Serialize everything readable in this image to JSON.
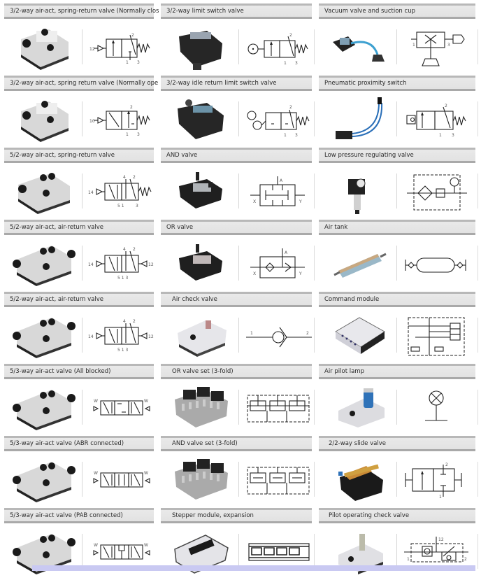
{
  "catalog": {
    "columns": [
      {
        "items": [
          {
            "title": "3/2-way air-act, spring-return valve (Normally clos",
            "photo": "valve-module-3-2",
            "symbol": "3-2-air-spring-nc"
          },
          {
            "title": "3/2-way air-act, spring return valve (Normally ope",
            "photo": "valve-module-3-2",
            "symbol": "3-2-air-spring-no"
          },
          {
            "title": "5/2-way air-act, spring-return valve",
            "photo": "valve-module-5-2",
            "symbol": "5-2-air-spring"
          },
          {
            "title": "5/2-way air-act, air-return valve",
            "photo": "valve-module-5-2-double",
            "symbol": "5-2-air-air"
          },
          {
            "title": "5/2-way air-act, air-return valve",
            "photo": "valve-module-5-2-double",
            "symbol": "5-2-air-air"
          },
          {
            "title": "5/3-way air-act valve (All blocked)",
            "photo": "valve-module-5-3",
            "symbol": "5-3-all-blocked"
          },
          {
            "title": "5/3-way air-act valve (ABR connected)",
            "photo": "valve-module-5-3",
            "symbol": "5-3-abr"
          },
          {
            "title": "5/3-way air-act valve (PAB connected)",
            "photo": "valve-module-5-3",
            "symbol": "5-3-pab"
          }
        ]
      },
      {
        "items": [
          {
            "title": "3/2-way limit switch valve",
            "photo": "limit-switch-valve",
            "symbol": "3-2-roller"
          },
          {
            "title": "3/2-way idle return limit switch valve",
            "photo": "idle-return-limit-switch",
            "symbol": "3-2-idle-roller"
          },
          {
            "title": "AND valve",
            "photo": "and-valve",
            "symbol": "and-valve",
            "labels": {
              "a": "A",
              "x": "X",
              "y": "Y"
            }
          },
          {
            "title": "OR valve",
            "photo": "or-valve",
            "symbol": "or-valve",
            "labels": {
              "a": "A",
              "x": "X",
              "y": "Y"
            }
          },
          {
            "title": "Air check valve",
            "photo": "check-valve-module",
            "symbol": "check-valve",
            "labels": {
              "in": "1",
              "out": "2"
            }
          },
          {
            "title": "OR valve set (3-fold)",
            "photo": "or-valve-set",
            "symbol": "or-valve-set"
          },
          {
            "title": "AND valve set (3-fold)",
            "photo": "and-valve-set",
            "symbol": "and-valve-set"
          },
          {
            "title": "Stepper module, expansion",
            "photo": "stepper-module",
            "symbol": "stepper-module"
          }
        ]
      },
      {
        "items": [
          {
            "title": "Vacuum valve and suction cup",
            "photo": "vacuum-valve",
            "symbol": "vacuum-ejector"
          },
          {
            "title": "Pneumatic proximity switch",
            "photo": "proximity-switch",
            "symbol": "3-2-proximity"
          },
          {
            "title": "Low pressure regulating valve",
            "photo": "pressure-regulator",
            "symbol": "frl-unit"
          },
          {
            "title": "Air tank",
            "photo": "air-tank",
            "symbol": "air-tank"
          },
          {
            "title": "Command module",
            "photo": "command-module",
            "symbol": "command-module"
          },
          {
            "title": "Air pilot lamp",
            "photo": "pilot-lamp",
            "symbol": "pilot-lamp"
          },
          {
            "title": "2/2-way slide valve",
            "photo": "slide-valve",
            "symbol": "2-2-slide"
          },
          {
            "title": "Pilot operating check valve",
            "photo": "pilot-check-valve",
            "symbol": "pilot-check"
          }
        ]
      }
    ]
  },
  "port_labels": {
    "p1": "1",
    "p2": "2",
    "p3": "3",
    "p4": "4",
    "p5": "5",
    "p10": "10",
    "p12": "12",
    "p14": "14"
  },
  "colors": {
    "header_bg": "#e5e5e5",
    "header_border": "#b0b0b0",
    "footer_bar": "#c9c9f2",
    "text": "#2a2a2a"
  }
}
